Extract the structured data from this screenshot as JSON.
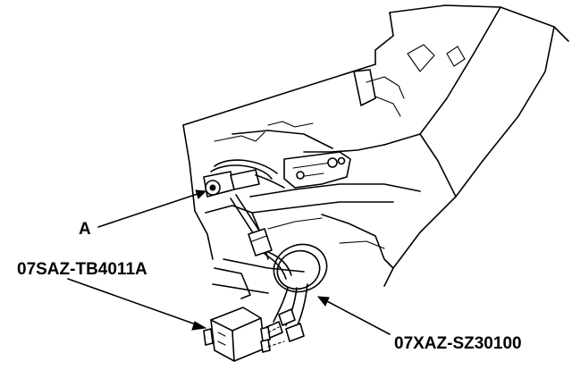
{
  "callouts": {
    "a": "A",
    "part_module": "07SAZ-TB4011A",
    "part_harness": "07XAZ-SZ30100"
  }
}
